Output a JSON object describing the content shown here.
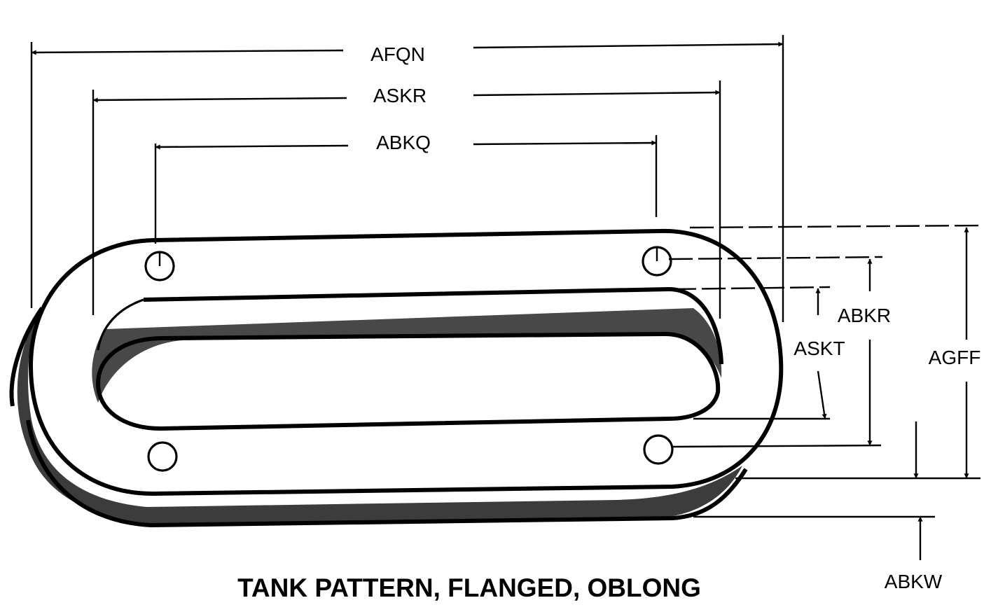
{
  "diagram": {
    "caption": "TANK PATTERN, FLANGED, OBLONG",
    "dimensions": {
      "afqn": "AFQN",
      "askr": "ASKR",
      "abkq": "ABKQ",
      "abkr": "ABKR",
      "askt": "ASKT",
      "agff": "AGFF",
      "abkw": "ABKW"
    }
  }
}
